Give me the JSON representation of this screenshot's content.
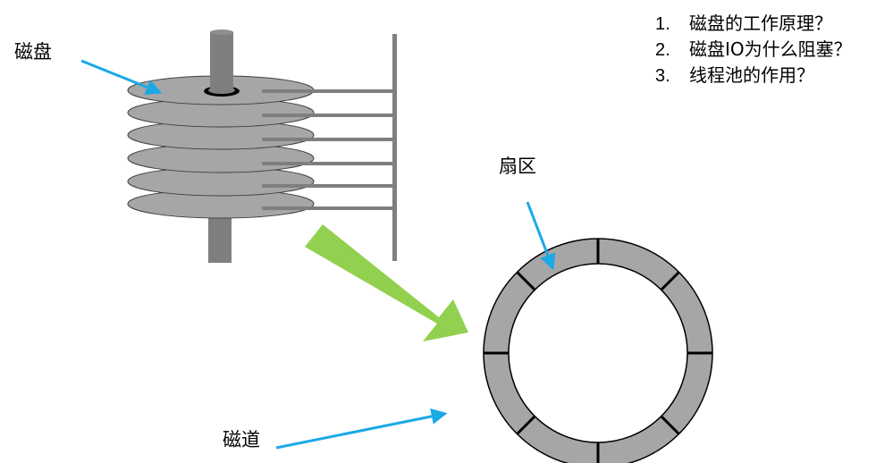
{
  "labels": {
    "disk": "磁盘",
    "sector": "扇区",
    "track": "磁道"
  },
  "questions": [
    {
      "num": "1.",
      "text": "磁盘的工作原理？"
    },
    {
      "num": "2.",
      "text": "磁盘IO为什么阻塞？"
    },
    {
      "num": "3.",
      "text": "线程池的作用？"
    }
  ],
  "colors": {
    "platter": "#a6a6a6",
    "spindle": "#7f7f7f",
    "arm": "#7f7f7f",
    "callout_arrow": "#1ba9e6",
    "flow_arrow": "#92d050",
    "sector_divider": "#000000"
  },
  "icons": {
    "disk_stack": "hard-disk-platters-icon",
    "flow_arrow": "green-arrow-icon",
    "track_ring": "track-ring-icon"
  }
}
